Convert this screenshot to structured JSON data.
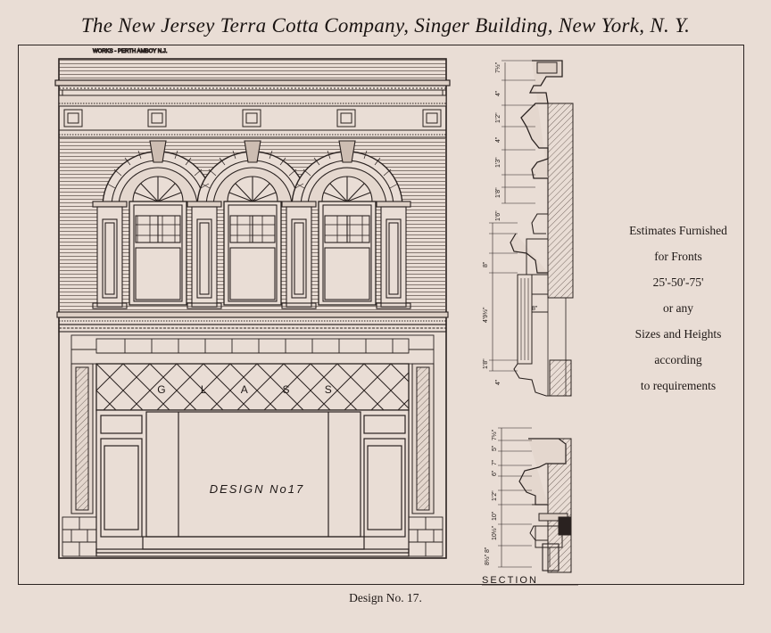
{
  "header": {
    "title": "The New Jersey Terra Cotta Company, Singer Building, New York, N. Y."
  },
  "drawing": {
    "works_label": "WORKS - PERTH AMBOY N.J.",
    "glass_label": "G L A S S",
    "design_label": "DESIGN No17",
    "section_label": "SECTION",
    "dimensions": [
      "7½\"",
      "4\"",
      "1'2\"",
      "4\"",
      "1'3\"",
      "1'8\"",
      "1'6\"",
      "8\"",
      "4'9½\"",
      "8\"",
      "1'8\"",
      "4\"",
      "7½\"",
      "5\"",
      "7\"",
      "6\"",
      "1'2\"",
      "10\"",
      "10½\"",
      "8\"",
      "8½\""
    ]
  },
  "side_note": {
    "lines": [
      "Estimates Furnished",
      "for Fronts",
      "25'-50'-75'",
      "or any",
      "Sizes and Heights",
      "according",
      "to requirements"
    ]
  },
  "footer": {
    "caption": "Design No. 17."
  },
  "colors": {
    "paper": "#e9ddd5",
    "ink": "#2a2220"
  }
}
